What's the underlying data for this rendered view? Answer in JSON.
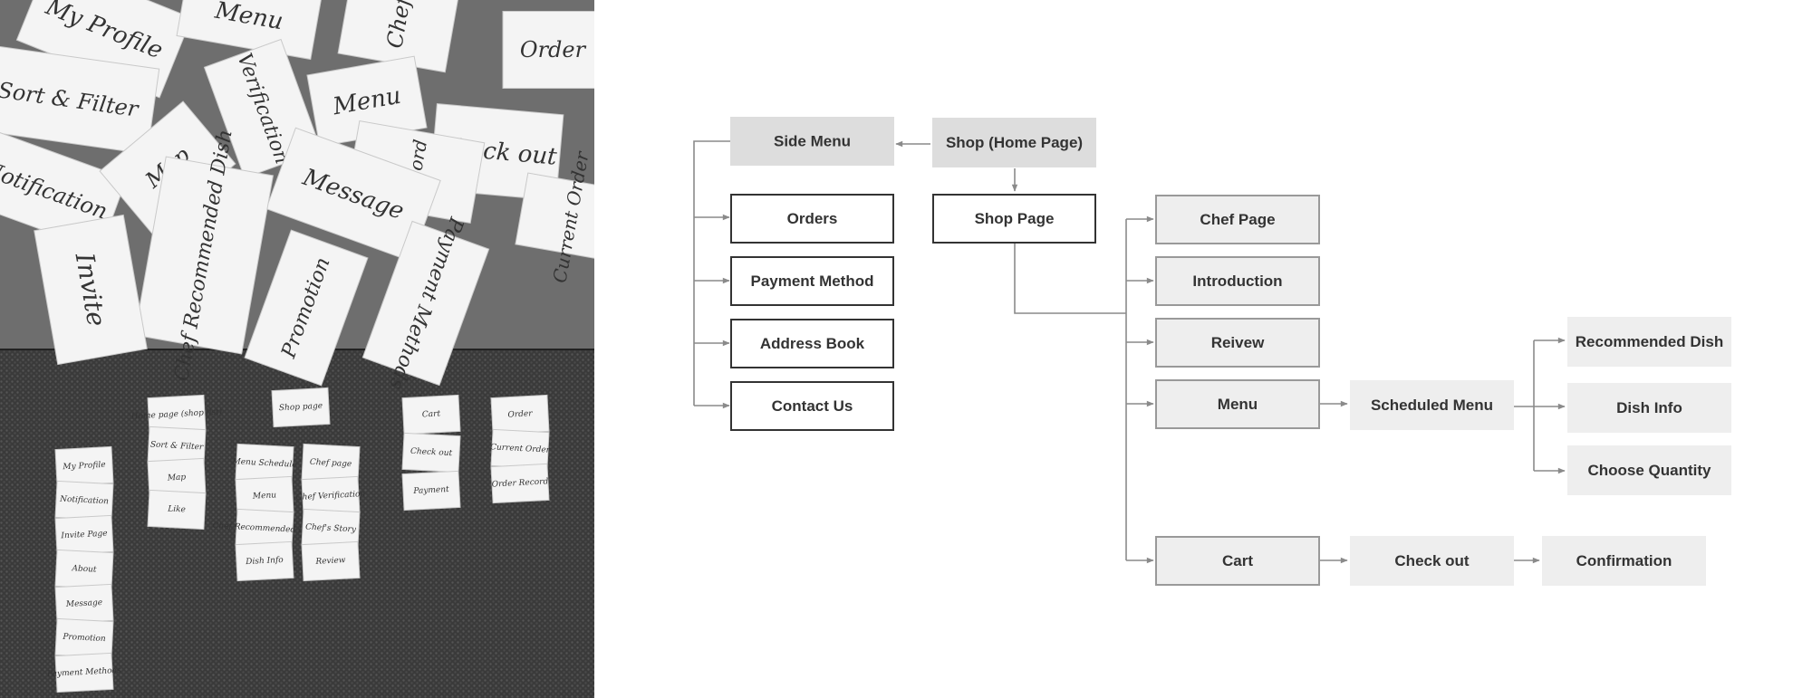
{
  "colors": {
    "shaded_fill": "#dddddd",
    "light_fill": "#eeeeee",
    "outline_stroke": "#333333",
    "soft_stroke": "#999999",
    "connector": "#8a8a8a",
    "label_text": "#333333"
  },
  "photo": {
    "top_notes": [
      "My Profile",
      "Menu",
      "Chef",
      "Order",
      "Sort & Filter",
      "Verification",
      "Menu",
      "Check out",
      "Record",
      "Notification",
      "Map",
      "Message",
      "Chef Recommended Dish",
      "Invite",
      "Current Order",
      "Payment Methods",
      "Promotion"
    ],
    "bottom_groups": [
      [
        "Home page (shop list)",
        "Sort & Filter",
        "Map",
        "Like"
      ],
      [
        "Shop page",
        "Menu Schedule",
        "Menu",
        "Chef Recommended Dish",
        "Dish Info",
        "Chef page",
        "Chef Verification",
        "Chef's Story",
        "Review"
      ],
      [
        "Cart",
        "Check out",
        "Payment"
      ],
      [
        "Order",
        "Current Order",
        "Order Record"
      ],
      [
        "My Profile",
        "Notification",
        "Invite Page",
        "About",
        "Message",
        "Promotion",
        "Payment Methods"
      ]
    ]
  },
  "sitemap": {
    "nodes": {
      "side_menu": "Side Menu",
      "shop_home": "Shop (Home Page)",
      "orders": "Orders",
      "payment_method": "Payment Method",
      "address_book": "Address Book",
      "contact_us": "Contact Us",
      "shop_page": "Shop Page",
      "chef_page": "Chef Page",
      "introduction": "Introduction",
      "reivew": "Reivew",
      "menu": "Menu",
      "scheduled_menu": "Scheduled Menu",
      "recommended_dish": "Recommended Dish",
      "dish_info": "Dish Info",
      "choose_quantity": "Choose Quantity",
      "cart": "Cart",
      "check_out": "Check out",
      "confirmation": "Confirmation"
    }
  }
}
